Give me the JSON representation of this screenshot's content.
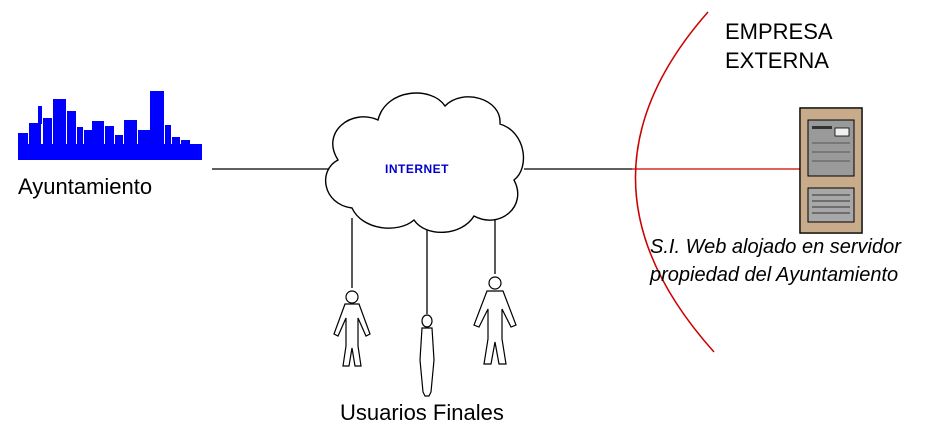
{
  "nodes": {
    "city": {
      "label": "Ayuntamiento",
      "icon": "city-skyline-icon",
      "color": "#0000ff"
    },
    "internet": {
      "label": "INTERNET",
      "icon": "cloud-icon",
      "label_color": "#0000cc"
    },
    "users": {
      "label": "Usuarios Finales",
      "icons": [
        "person-icon",
        "person-icon",
        "person-icon"
      ]
    },
    "company": {
      "line1": "EMPRESA",
      "line2": "EXTERNA"
    },
    "server": {
      "icon": "server-tower-icon",
      "caption_line1": "S.I. Web alojado en servidor",
      "caption_line2": "propiedad del Ayuntamiento"
    }
  },
  "colors": {
    "boundary": "#cc0000",
    "link": "#000000",
    "server_link": "#cc0000",
    "server_body": "#c8ab8a"
  }
}
